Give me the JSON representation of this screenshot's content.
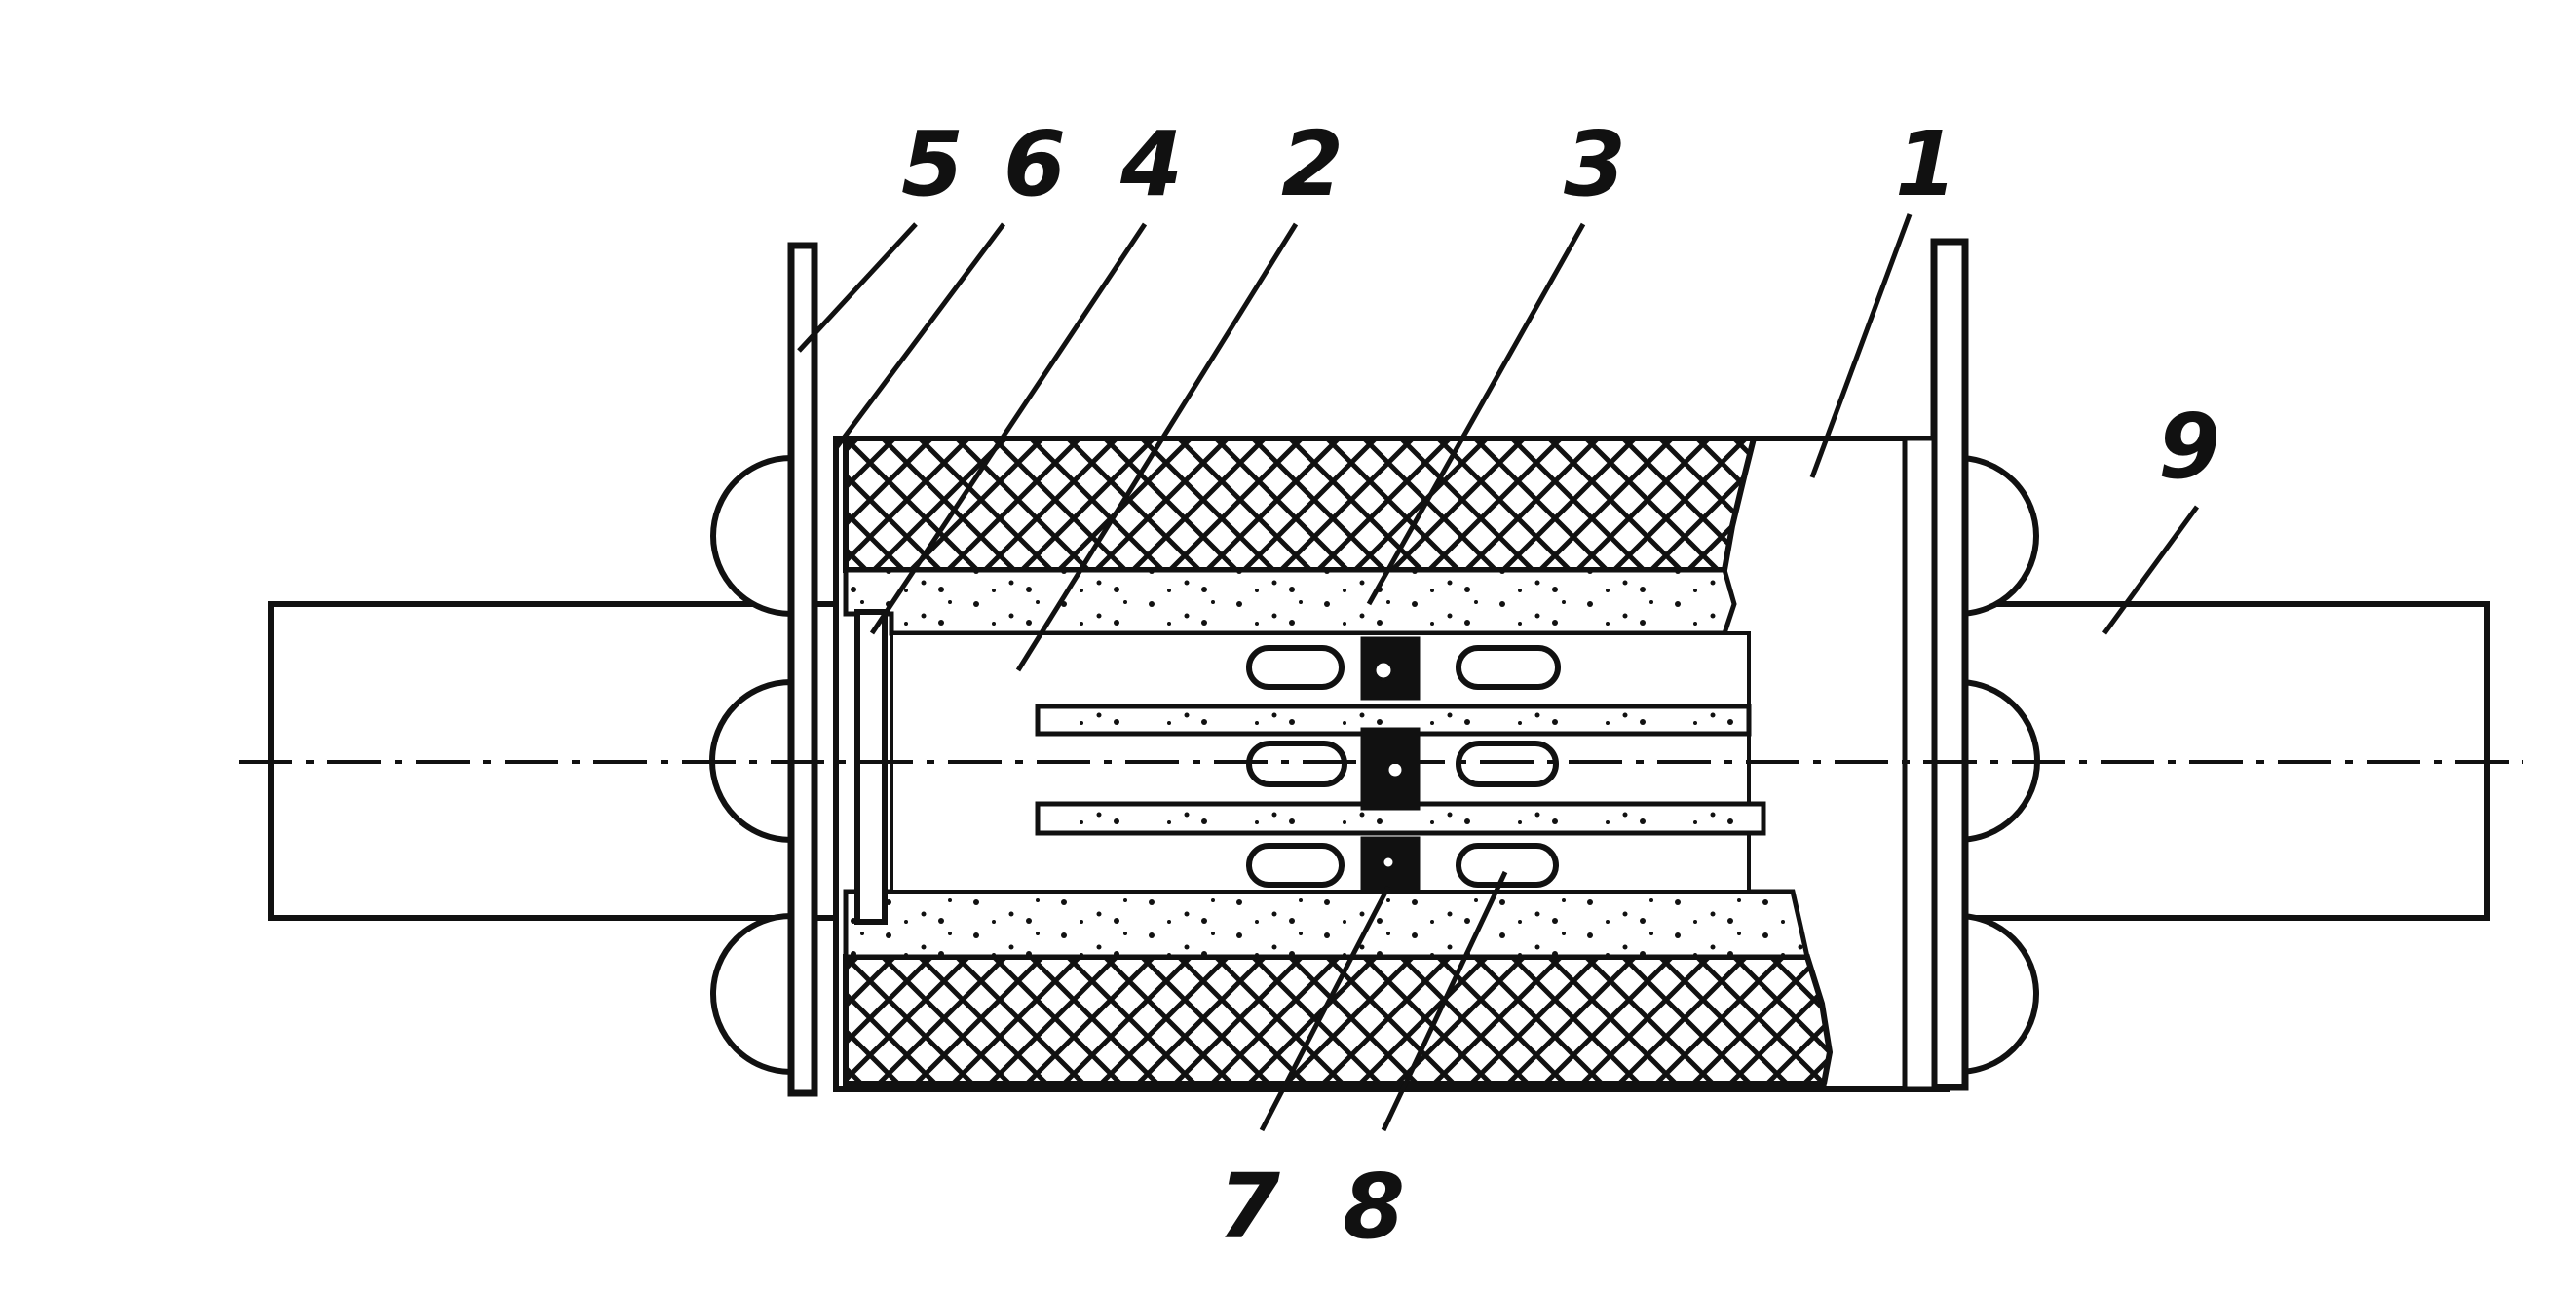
{
  "diagram": {
    "callouts": {
      "c1": "1",
      "c2": "2",
      "c3": "3",
      "c4": "4",
      "c5": "5",
      "c6": "6",
      "c7": "7",
      "c8": "8",
      "c9": "9"
    },
    "colors": {
      "ink": "#111111",
      "background": "#ffffff"
    }
  }
}
